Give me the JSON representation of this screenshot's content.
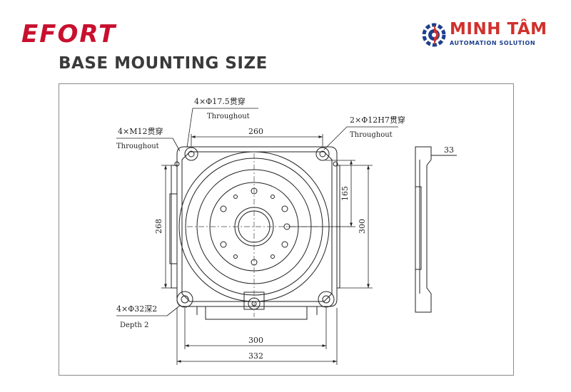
{
  "header": {
    "brand": "EFORT",
    "title": "BASE MOUNTING SIZE"
  },
  "logo": {
    "name": "MINH TÂM",
    "tagline": "AUTOMATION SOLUTION",
    "colors": {
      "primary": "#d0312d",
      "secondary": "#1d3f8c"
    }
  },
  "drawing": {
    "callouts": {
      "top_holes": {
        "spec": "4×Φ17.5贯穿",
        "note": "Throughout"
      },
      "left_holes": {
        "spec": "4×M12贯穿",
        "note": "Throughout"
      },
      "pin_holes": {
        "spec": "2×Φ12H7贯穿",
        "note": "Throughout"
      },
      "bottom_holes": {
        "spec": "4×Φ32深2",
        "note": "Depth 2"
      }
    },
    "dimensions": {
      "top_width": "260",
      "pin_offset": "165",
      "right_height": "300",
      "left_height": "268",
      "bottom_inner": "300",
      "bottom_outer": "332",
      "side_thickness": "33"
    }
  }
}
